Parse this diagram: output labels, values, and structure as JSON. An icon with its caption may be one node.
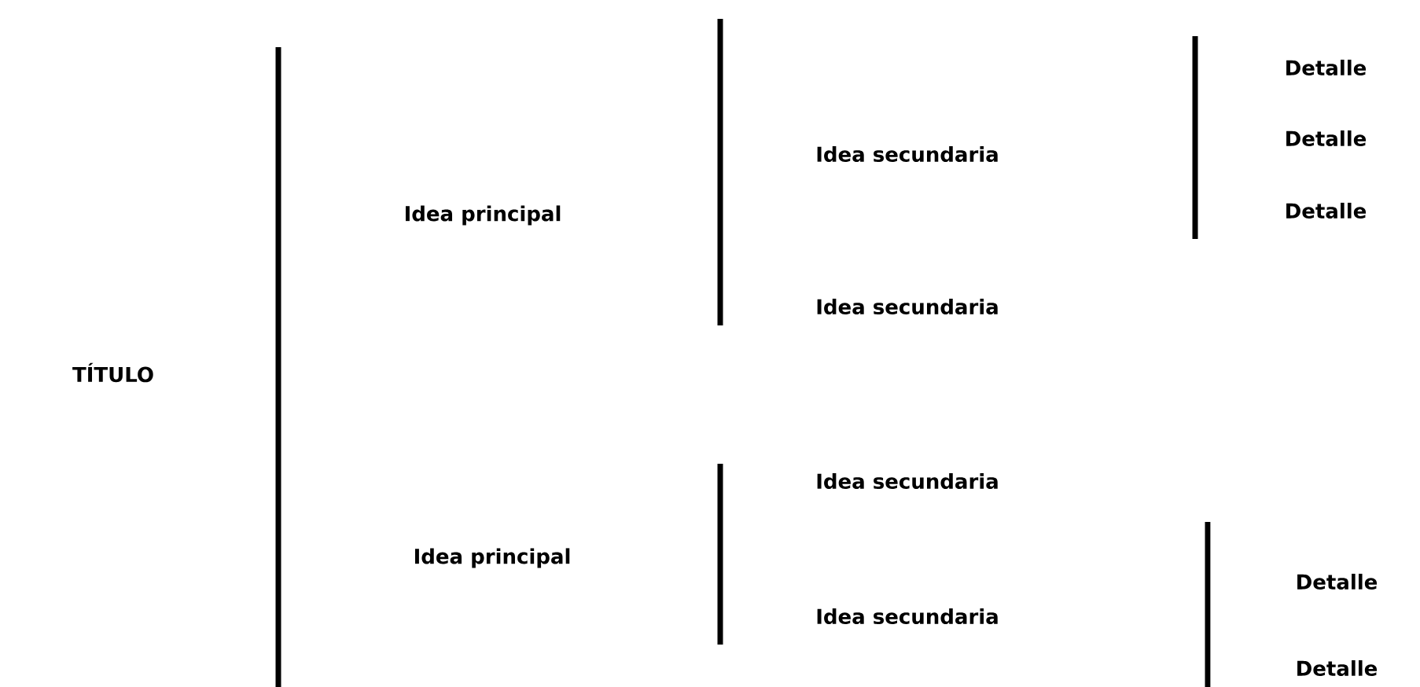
{
  "diagram": {
    "labels": [
      "TÍTULO",
      "Idea principal",
      "Idea secundaria",
      "Detalle",
      "Detalle",
      "Detalle",
      "Idea secundaria",
      "Idea principal",
      "Idea secundaria",
      "Idea secundaria",
      "Detalle",
      "Detalle"
    ]
  }
}
